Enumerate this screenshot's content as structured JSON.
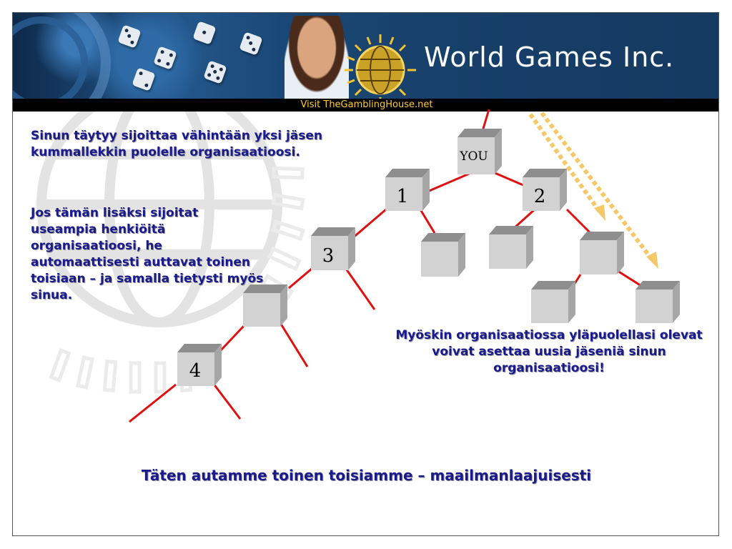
{
  "header": {
    "brand": "World Games Inc.",
    "visit_link": "Visit TheGamblingHouse.net"
  },
  "content": {
    "paragraph1": "Sinun täytyy sijoittaa vähintään yksi jäsen kummallekkin puolelle organisaatioosi.",
    "paragraph2": "Jos tämän lisäksi sijoitat useampia henkiöitä organisaatioosi, he automaattisesti auttavat toinen toisiaan – ja samalla tietysti myös sinua.",
    "paragraph3": "Myöskin organisaatiossa yläpuolellasi olevat voivat asettaa uusia jäseniä sinun organisaatioosi!",
    "footer": "Täten autamme toinen toisiamme – maailmanlaajuisesti"
  },
  "tree": {
    "node_labels": {
      "you": "YOU",
      "n1": "1",
      "n2": "2",
      "n3": "3",
      "n4": "4"
    }
  },
  "colors": {
    "text": "#1a1a8c",
    "connector": "#e01010",
    "arrow": "#f5c96a",
    "banner": "#17406a",
    "visit_text": "#ffcc33"
  }
}
